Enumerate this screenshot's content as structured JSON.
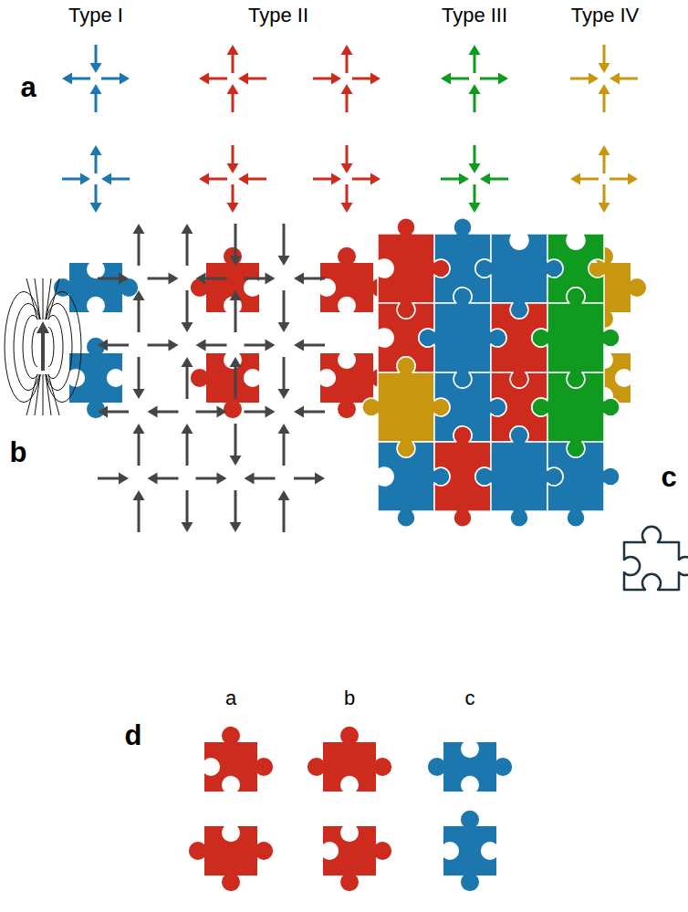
{
  "diagram": {
    "labels": [
      "Type I",
      "Type II",
      "Type III",
      "Type IV",
      "a",
      "b",
      "c",
      "d",
      "a",
      "b",
      "c"
    ]
  }
}
